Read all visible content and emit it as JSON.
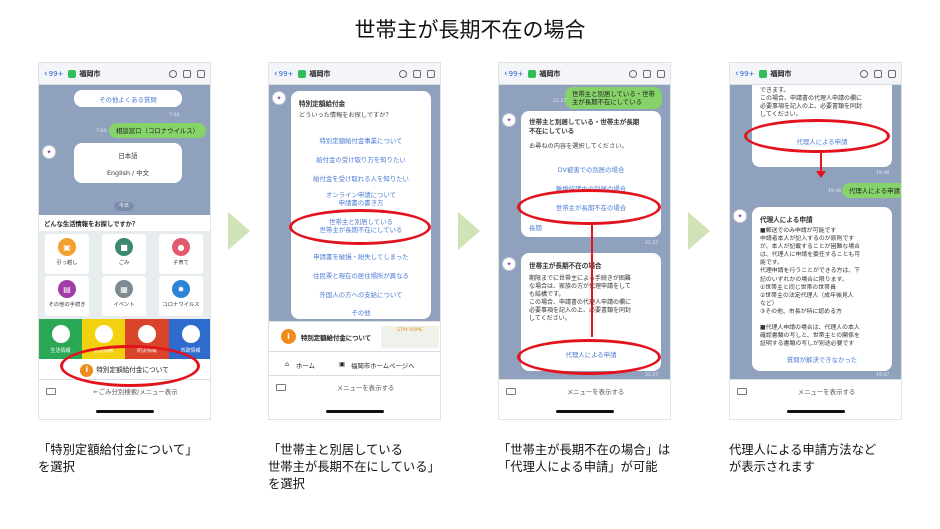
{
  "title": "世帯主が長期不在の場合",
  "common": {
    "back_count": "99+",
    "account_name": "福岡市"
  },
  "steps": [
    {
      "caption": "「特別定額給付金について」\nを選択",
      "faq": "その他よくある質問",
      "time1": "7:04",
      "bubble": "相談窓口（コロナウイルス）",
      "time2": "7:04",
      "lang1": "日本語",
      "lang2": "English / 中文",
      "date_chip": "今日",
      "question": "どんな生活情報をお探しですか？",
      "tiles": [
        "引っ越し",
        "ごみ",
        "子育て",
        "その他の手続き",
        "イベント",
        "コロナウイルス"
      ],
      "categories": [
        "生活情報",
        "観光情報",
        "防災情報",
        "市政情報"
      ],
      "special": "特別定額給付金について",
      "bottom": "←ごみ分別検索/メニュー表示"
    },
    {
      "caption": "「世帯主と別居している\n世帯主が長期不在にしている」\nを選択",
      "card_title": "特別定額給付金",
      "card_sub": "どういった情報をお探しですか？",
      "options": [
        "特別定額給付金事業について",
        "給付金の受け取り方を知りたい",
        "給付金を受け取れる人を知りたい",
        "オンライン申請について\n申請書の書き方",
        "世帯主と別居している\n世帯主が長期不在にしている",
        "申請書を破損・紛失してしまった",
        "住民票と現在の居住場所が異なる",
        "外国人の方への支給について",
        "その他"
      ],
      "banner": "特別定額給付金について",
      "banner_sub": "STAY HOME",
      "home": "ホーム",
      "hp": "福岡市ホームページへ",
      "menu": "メニューを表示する"
    },
    {
      "caption": "「世帯主が長期不在の場合」は\n「代理人による申請」が可能",
      "bubble": "世帯主と別居している・世帯\n主が長期不在にしている",
      "time1": "21:27",
      "card_title": "世帯主と別居している・世帯主が長期\n不在にしている",
      "card_sub": "お尋ねの内容を選択してください。",
      "options": [
        "DV被害での別居の場合",
        "離婚協議中の別居の場合",
        "世帯主が長期不在の場合",
        "長期"
      ],
      "time2": "21:27",
      "card2_title": "世帯主が長期不在の場合",
      "card2_body": "期限までに世帯主による手続きが困難\nな場合は、家族の方が代理申請をして\nも結構です。\nこの場合、申請書の代理人申請の欄に\n必要事項を記入の上、必要書類を同封\nしてください。",
      "card2_link": "代理人による申請",
      "time3": "21:27",
      "menu": "メニューを表示する"
    },
    {
      "caption": "代理人による申請方法など\nが表示されます",
      "top_text": "できます。\nこの場合、申請書の代理人申請の欄に\n必要事項を記入の上、必要書類を同封\nしてください。",
      "top_link": "代理人による申請",
      "time1": "19:46",
      "bubble": "代理人による申請",
      "time2": "19:46",
      "card_title": "代理人による申請",
      "card_body": "■郵送でのみ申請が可能です\n申請者本人が記入するのが原則です\nが、本人が記載することが困難な場合\nは、代理人に申請を委任することも可\n能です。\n代理申請を行うことができる方は、下\n記のいずれかの場合に限ります。\n①世帯主と同じ世帯の世帯員\n②世帯主の法定代理人（成年後見人\nなど）\n③その他、市長が特に認める方\n\n■代理人申請の場合は、代理人の本人\n確認書類の写しと、世帯主との関係を\n証明する書類の写しが別途必要です",
      "card_link": "質問が解決できなかった",
      "time3": "19:47",
      "menu": "メニューを表示する"
    }
  ],
  "colors": {
    "accent": "#e3131d",
    "line_green": "#86d36a",
    "chat_bg": "#8fa1bd",
    "arrow": "#cfe3b6"
  },
  "icons": [
    "chevron-left-icon",
    "shield-icon",
    "search-icon",
    "list-icon",
    "menu-icon",
    "keyboard-icon",
    "info-icon",
    "home-icon",
    "building-icon",
    "arrow-right-icon"
  ]
}
